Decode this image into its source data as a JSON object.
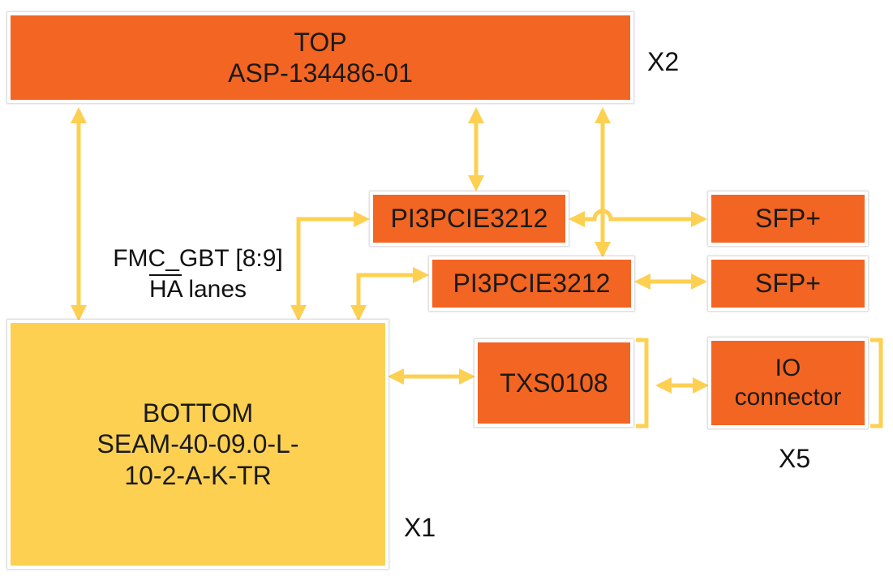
{
  "top_block": {
    "title": "TOP",
    "part": "ASP-134486-01",
    "multiplier": "X2"
  },
  "bottom_block": {
    "title": "BOTTOM",
    "part_line1": "SEAM-40-09.0-L-",
    "part_line2": "10-2-A-K-TR",
    "multiplier": "X1"
  },
  "fmc_note": {
    "line1": "FMC_GBT [8:9]",
    "line2_overline": "HA",
    "line2_rest": " lanes"
  },
  "mux1": {
    "label": "PI3PCIE3212"
  },
  "mux2": {
    "label": "PI3PCIE3212"
  },
  "sfp1": {
    "label": "SFP+"
  },
  "sfp2": {
    "label": "SFP+"
  },
  "level_shifter": {
    "label": "TXS0108"
  },
  "io_connector": {
    "line1": "IO",
    "line2": "connector",
    "multiplier": "X5"
  },
  "colors": {
    "block_orange": "#f26522",
    "block_yellow": "#fdd052",
    "arrow": "#fdd052"
  }
}
